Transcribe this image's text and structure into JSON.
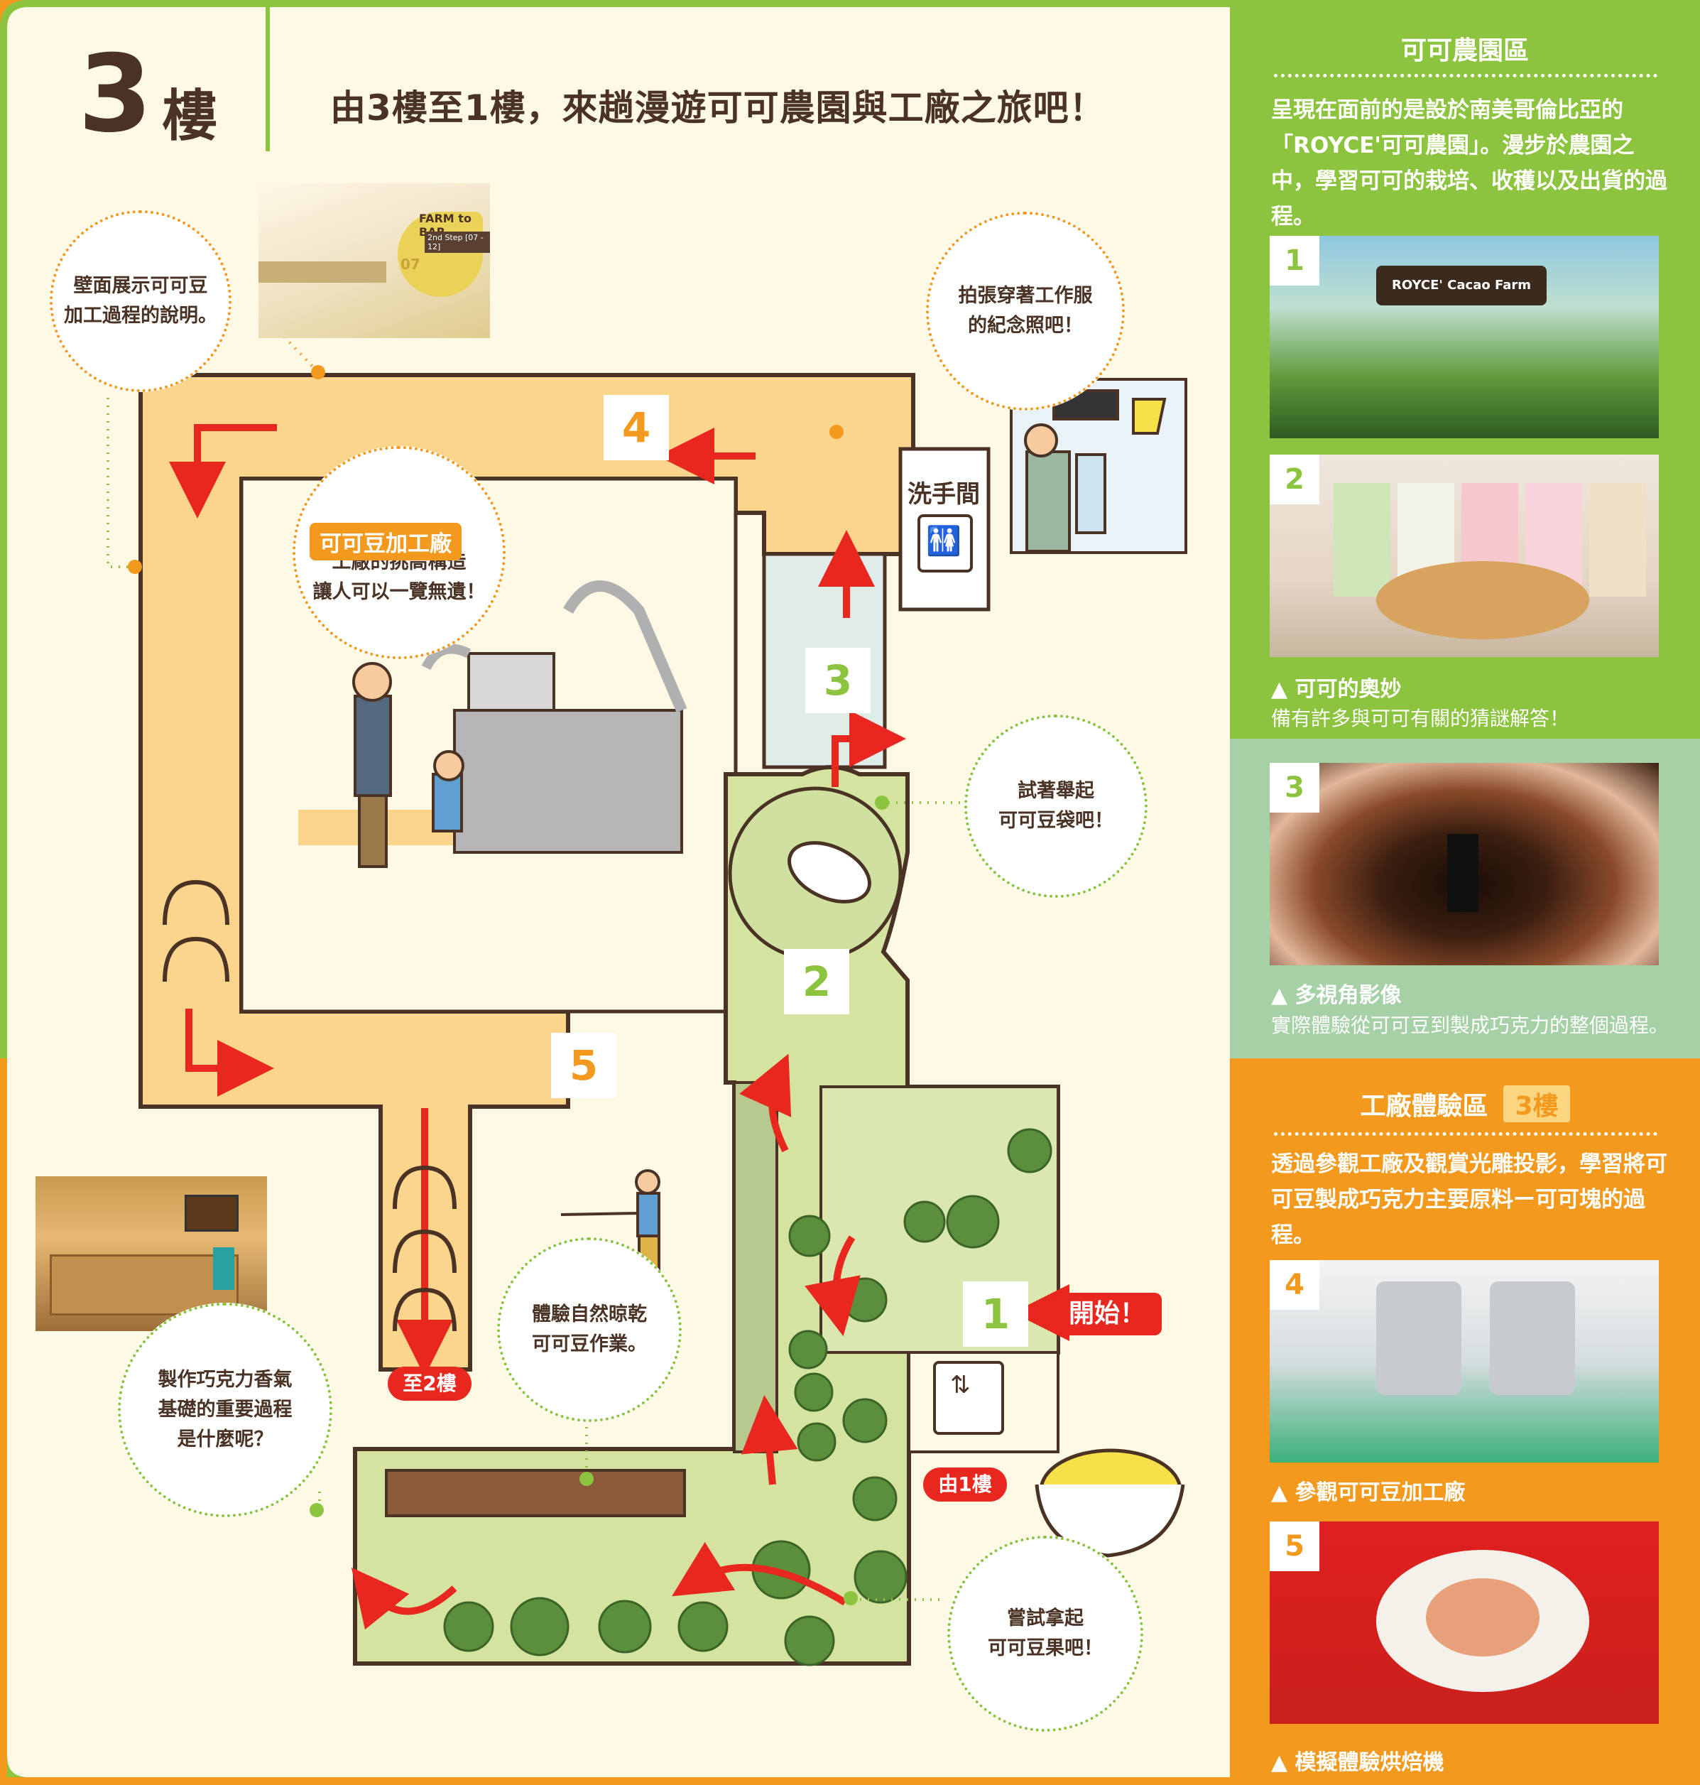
{
  "floor": {
    "number": "3",
    "kanji": "樓"
  },
  "page_title": "由3樓至1樓，來趟漫遊可可農園與工廠之旅吧！",
  "colors": {
    "green": "#8cc43f",
    "orange": "#f39a1e",
    "cream": "#fef9e4",
    "brown": "#4a3325",
    "red": "#e8271f",
    "mint": "#a6d0a6",
    "path": "#fbd58c",
    "garden": "#d4e39f"
  },
  "callouts": {
    "wall": "壁面展示可可豆\n加工過程的說明。",
    "photo": "拍張穿著工作服\n的紀念照吧！",
    "factory_tag": "可可豆加工廠",
    "factory": "工廠的挑高構造\n讓人可以一覽無遺！",
    "lift_bag": "試著舉起\n可可豆袋吧！",
    "dry": "體驗自然晾乾\n可可豆作業。",
    "aroma": "製作巧克力香氣\n基礎的重要過程\n是什麼呢？",
    "pod": "嘗試拿起\n可可豆果吧！"
  },
  "map": {
    "toilet": "洗手間",
    "to_2f": "至2樓",
    "from_1f": "由1樓",
    "start": "開始！",
    "numbers": [
      "1",
      "2",
      "3",
      "4",
      "5"
    ]
  },
  "sidebar": {
    "farm": {
      "title": "可可農園區",
      "desc": "呈現在面前的是設於南美哥倫比亞的「ROYCE'可可農園」。漫步於農園之中，學習可可的栽培、收穫以及出貨的過程。",
      "photo1_sign": "ROYCE' Cacao Farm",
      "photo2_caption_title": "▲ 可可的奧妙",
      "photo2_caption_desc": "備有許多與可可有關的猜謎解答！"
    },
    "multi": {
      "caption_title": "▲ 多視角影像",
      "caption_desc": "實際體驗從可可豆到製成巧克力的整個過程。"
    },
    "factory": {
      "title": "工廠體驗區",
      "floor_tag": "3樓",
      "desc": "透過參觀工廠及觀賞光雕投影，學習將可可豆製成巧克力主要原料ー可可塊的過程。",
      "photo4_caption": "▲ 參觀可可豆加工廠",
      "photo5_caption": "▲ 模擬體驗烘焙機"
    }
  },
  "wall_photo": {
    "sign1": "FARM to BAR",
    "sign2": "2nd Step [07 - 12]",
    "sign3": "07"
  }
}
